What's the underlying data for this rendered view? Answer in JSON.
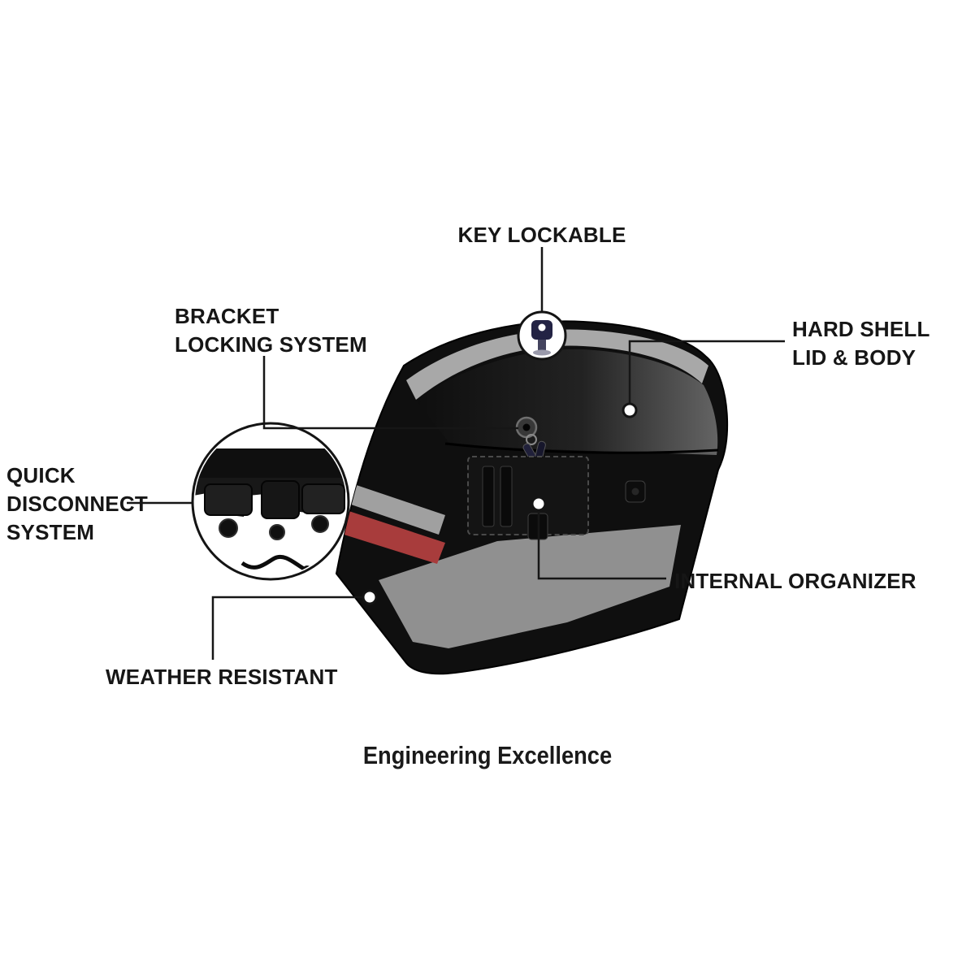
{
  "caption": "Engineering Excellence",
  "colors": {
    "background": "#ffffff",
    "text": "#161616",
    "callout_line": "#161616",
    "bag_body": "#0f0f0f",
    "trim_silver": "#a8a8a8",
    "accent_red": "#a83c3c",
    "gloss_gray": "#909090"
  },
  "callouts": {
    "key_lockable": {
      "label": "KEY LOCKABLE"
    },
    "bracket_locking_system": {
      "lines": [
        "BRACKET",
        "LOCKING SYSTEM"
      ]
    },
    "hard_shell_lid_body": {
      "lines": [
        "HARD SHELL",
        "LID & BODY"
      ]
    },
    "quick_disconnect_system": {
      "lines": [
        "QUICK",
        "DISCONNECT",
        "SYSTEM"
      ]
    },
    "internal_organizer": {
      "label": "INTERNAL ORGANIZER"
    },
    "weather_resistant": {
      "label": "WEATHER RESISTANT"
    }
  },
  "illustration": {
    "icons": {
      "key": "key-icon",
      "keyhole": "keyhole-icon",
      "keys_on_ring": "keys-icon",
      "bracket_inset": "mounting-bracket-inset"
    }
  }
}
